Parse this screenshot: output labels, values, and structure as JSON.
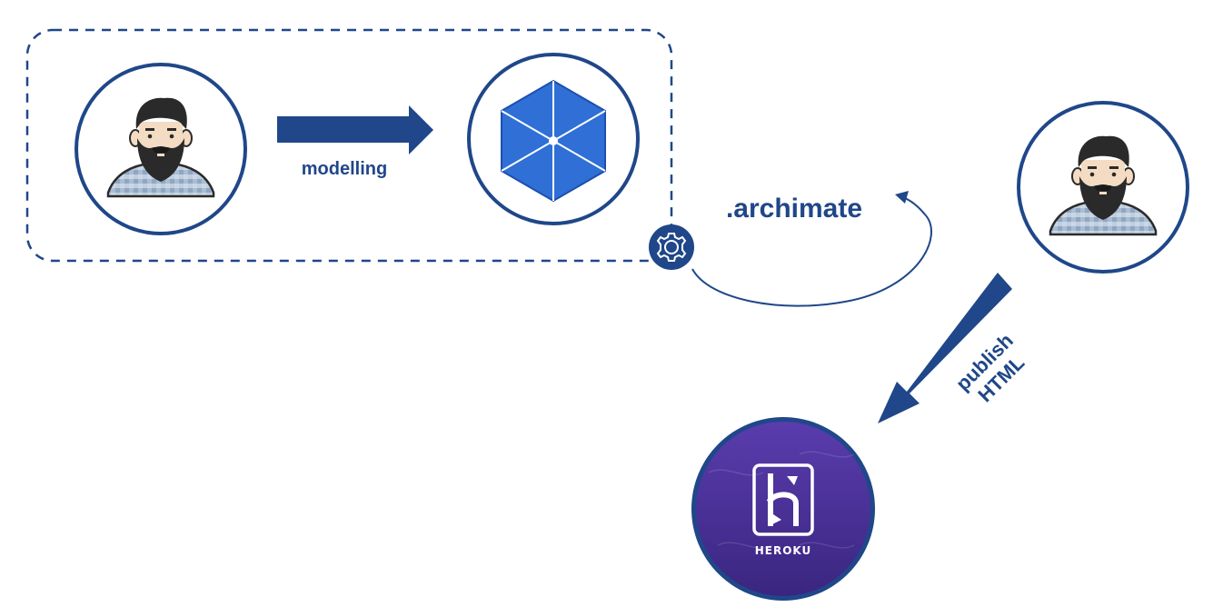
{
  "labels": {
    "modelling": "modelling",
    "archimate": ".archimate",
    "publish_line1": "publish",
    "publish_line2": "HTML"
  },
  "heroku": {
    "wordmark": "HEROKU",
    "logo_letter": "h"
  },
  "icons": {
    "user_left": "bearded-man-avatar-icon",
    "archi_tool": "archi-hexagon-icon",
    "gear": "gear-icon",
    "user_right": "bearded-man-avatar-icon",
    "heroku": "heroku-logo-icon"
  },
  "colors": {
    "primary": "#1f4789",
    "arrow": "#1f4789",
    "heroku_bg": "#4b2e9a",
    "heroku_bg_dark": "#3a2680",
    "hexagon": "#2f6fd6",
    "gear_bg": "#1f4789"
  }
}
